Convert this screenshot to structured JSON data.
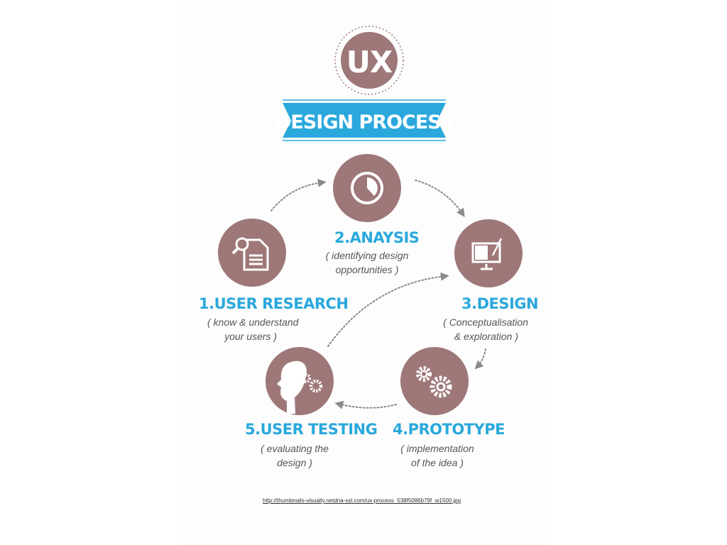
{
  "colors": {
    "accent": "#2aa8dc",
    "circle": "#9e7778",
    "banner": "#2aa8dc",
    "arrow": "#8a8a8a",
    "desc_text": "#555555"
  },
  "header": {
    "logo_text": "UX",
    "banner_text": "DESIGN PROCESS"
  },
  "steps": [
    {
      "title": "1.USER RESEARCH",
      "desc_line1": "( know & understand",
      "desc_line2": "your users )",
      "icon": "document-search-icon"
    },
    {
      "title": "2.ANAYSIS",
      "desc_line1": "( identifying design",
      "desc_line2": "opportunities )",
      "icon": "pie-chart-icon"
    },
    {
      "title": "3.DESIGN",
      "desc_line1": "( Conceptualisation",
      "desc_line2": "& exploration )",
      "icon": "monitor-pen-icon"
    },
    {
      "title": "4.PROTOTYPE",
      "desc_line1": "( implementation",
      "desc_line2": "of the idea )",
      "icon": "gears-icon"
    },
    {
      "title": "5.USER TESTING",
      "desc_line1": "( evaluating the",
      "desc_line2": "design )",
      "icon": "head-gears-icon"
    }
  ],
  "footer": {
    "source_url": "http://thumbnails-visually.netdna-ssl.com/ux-process_538f5086b79f_w1500.jpg"
  }
}
